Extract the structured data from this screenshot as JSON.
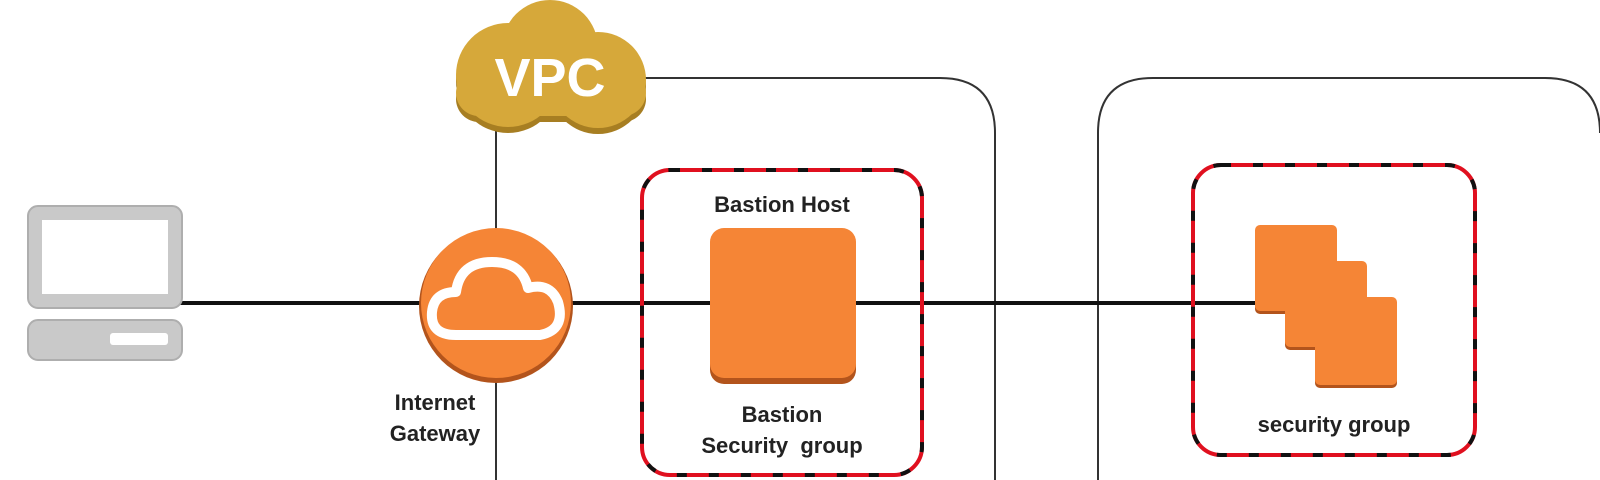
{
  "vpc": {
    "label": "VPC"
  },
  "gateway": {
    "label_line1": "Internet",
    "label_line2": "Gateway"
  },
  "bastion": {
    "title": "Bastion Host",
    "sg_line1": "Bastion",
    "sg_line2": "Security  group"
  },
  "private": {
    "sg_label": "security group"
  },
  "colors": {
    "aws_orange": "#F58536",
    "aws_orange_dark": "#B3541C",
    "vpc_gold": "#D6A83A",
    "vpc_gold_dark": "#A77E22",
    "sg_border_red": "#E0101F",
    "sg_dash_black": "#111111",
    "container_border": "#333333",
    "computer_gray": "#C9C9C9"
  }
}
